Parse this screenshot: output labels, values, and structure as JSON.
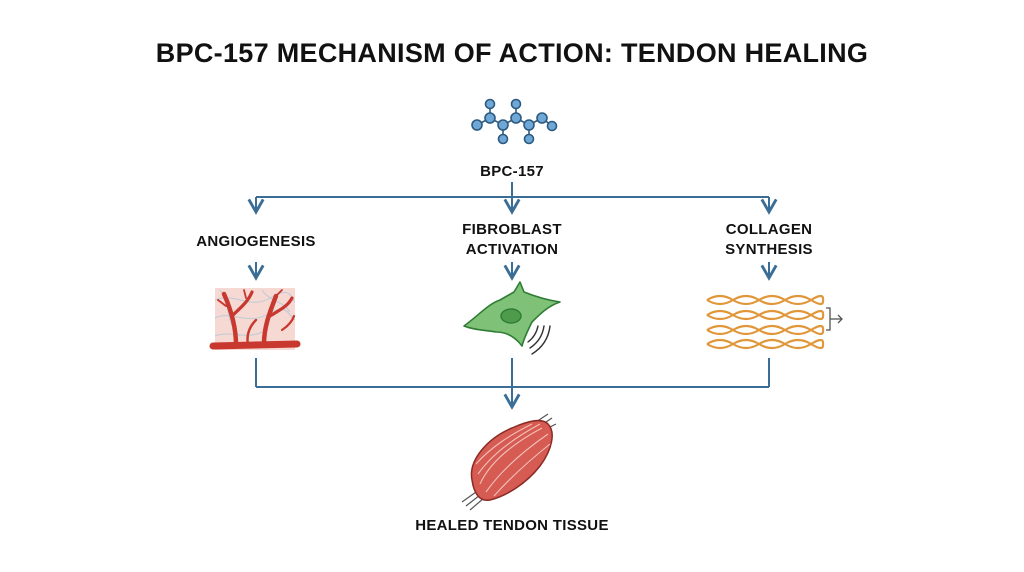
{
  "title": "BPC-157 MECHANISM OF ACTION: TENDON HEALING",
  "source": {
    "label": "BPC-157",
    "icon": "peptide-molecule-icon"
  },
  "pathways": [
    {
      "label": "ANGIOGENESIS",
      "icon": "blood-vessel-icon"
    },
    {
      "label": "FIBROBLAST\nACTIVATION",
      "icon": "fibroblast-cell-icon"
    },
    {
      "label": "COLLAGEN\nSYNTHESIS",
      "icon": "collagen-fibers-icon"
    }
  ],
  "outcome": {
    "label": "HEALED TENDON TISSUE",
    "icon": "tendon-tissue-icon"
  },
  "colors": {
    "connector": "#3b6e96",
    "molecule": "#6fa8d6",
    "vessel": "#d0473c",
    "cell": "#6fb86a",
    "collagen": "#e0973a",
    "tendon": "#d55b53"
  }
}
